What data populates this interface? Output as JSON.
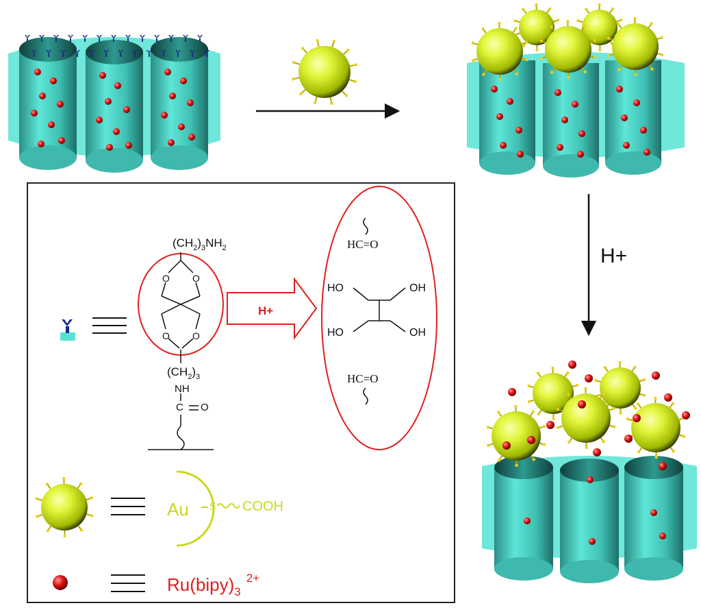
{
  "steps": {
    "capping_label": "",
    "acid_trigger_label": "H+"
  },
  "legend_box": {
    "linker": {
      "top_chain_prefix": "(CH",
      "top_chain_sub": "2",
      "top_chain_mid": ")",
      "top_chain_sub2": "3",
      "top_chain_suffix": "NH",
      "top_chain_sub3": "2",
      "bottom_chain_prefix": "(CH",
      "bottom_chain_sub": "2",
      "bottom_chain_mid": ")",
      "bottom_chain_sub2": "3",
      "amide_nh": "NH",
      "carbonyl_c": "C",
      "carbonyl_o": "O",
      "ring_oxygen": "O"
    },
    "hydrolysis_arrow_label": "H+",
    "products": {
      "aldehyde_top": "HC=O",
      "pentaerythritol_oh": "OH",
      "pentaerythritol_ho": "HO",
      "aldehyde_bottom": "HC=O"
    },
    "gold_cap": {
      "au_label": "Au",
      "thiol_label": "S",
      "acid_label": "COOH"
    },
    "cargo": {
      "label_main": "Ru(bipy)",
      "label_sub": "3",
      "label_sup": "2+"
    }
  },
  "colors": {
    "silica": "#4fe0d0",
    "silica_dark": "#1b7b73",
    "gold_np": "#d9f23a",
    "cargo_dot": "#d8121b",
    "linker_blue": "#1a2a8a",
    "accent_red": "#e21d1d",
    "gold_text": "#c8d81c"
  }
}
